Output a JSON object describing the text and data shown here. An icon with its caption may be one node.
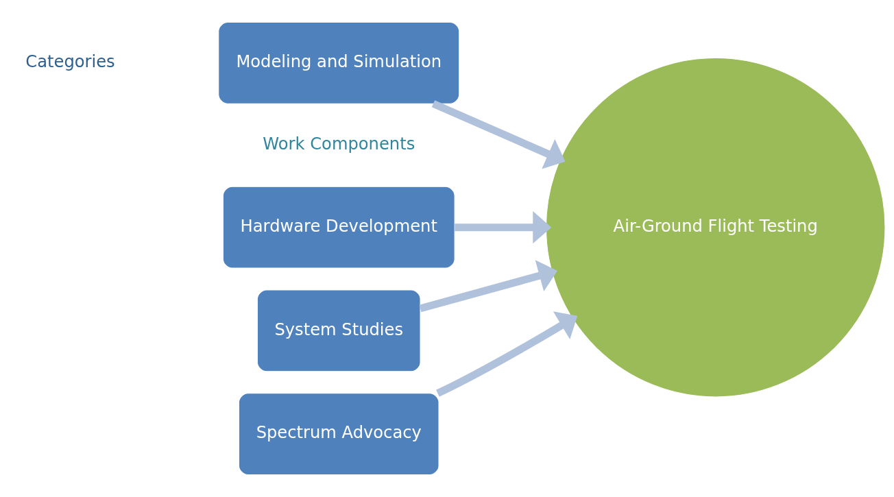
{
  "diagram": {
    "nodes": [
      {
        "text": [
          "Modeling and Simulation"
        ]
      },
      {
        "text": [
          "Hardware Development"
        ]
      },
      {
        "text": [
          "System Studies"
        ]
      },
      {
        "text": [
          "Spectrum Advocacy"
        ]
      },
      {
        "text": [
          "Air-Ground Flight Testing"
        ]
      }
    ],
    "edges": [
      {
        "from": 0,
        "to": 4,
        "arrow": "to"
      },
      {
        "from": 1,
        "to": 4,
        "arrow": "to"
      },
      {
        "from": 2,
        "to": 4,
        "arrow": "to"
      },
      {
        "from": 3,
        "to": 4,
        "arrow": "to"
      }
    ],
    "labels": [
      "Categories",
      "Work Components"
    ]
  }
}
